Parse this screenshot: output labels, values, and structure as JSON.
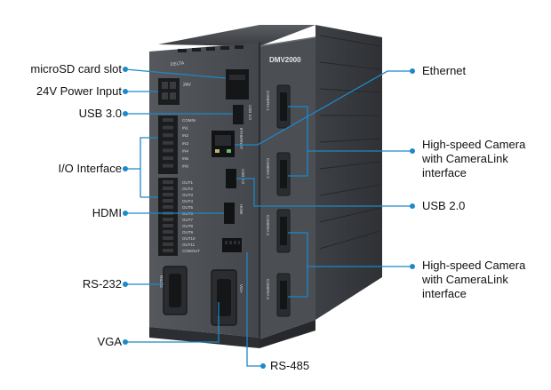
{
  "device": {
    "model": "DMV2000",
    "brand": "DELTA",
    "camera_ports": [
      "CAMERA 1",
      "CAMERA 2",
      "CAMERA 3",
      "CAMERA 4"
    ],
    "io_pins": [
      "COMIN",
      "IN1",
      "IN2",
      "IN3",
      "IN4",
      "IN5",
      "IN6",
      "OUT1",
      "OUT2",
      "OUT3",
      "OUT4",
      "OUT5",
      "OUT6",
      "OUT7",
      "OUT8",
      "OUT9",
      "OUT10",
      "OUT11",
      "COMOUT"
    ],
    "port_text": {
      "usb3": "USB 3.0",
      "ethernet": "ETHERNET",
      "usb2": "USB 2.0",
      "hdmi": "HDMI",
      "rs232": "RS232",
      "vga": "VGA",
      "power": "24V"
    },
    "colors": {
      "body": "#4a4d52",
      "body_dark": "#2e3034",
      "body_light": "#5c6065",
      "side": "#3a3c40",
      "connector": "#1b1c1e",
      "leader": "#1e88c8"
    }
  },
  "callouts": {
    "left": {
      "microsd": "microSD card slot",
      "power": "24V Power Input",
      "usb3": "USB 3.0",
      "io": "I/O Interface",
      "hdmi": "HDMI",
      "rs232": "RS-232",
      "vga": "VGA"
    },
    "bottom": {
      "rs485": "RS-485"
    },
    "right": {
      "ethernet": "Ethernet",
      "camera_a": [
        "High-speed Camera",
        "with CameraLink",
        "interface"
      ],
      "usb2": "USB 2.0",
      "camera_b": [
        "High-speed Camera",
        "with CameraLink",
        "interface"
      ]
    }
  }
}
